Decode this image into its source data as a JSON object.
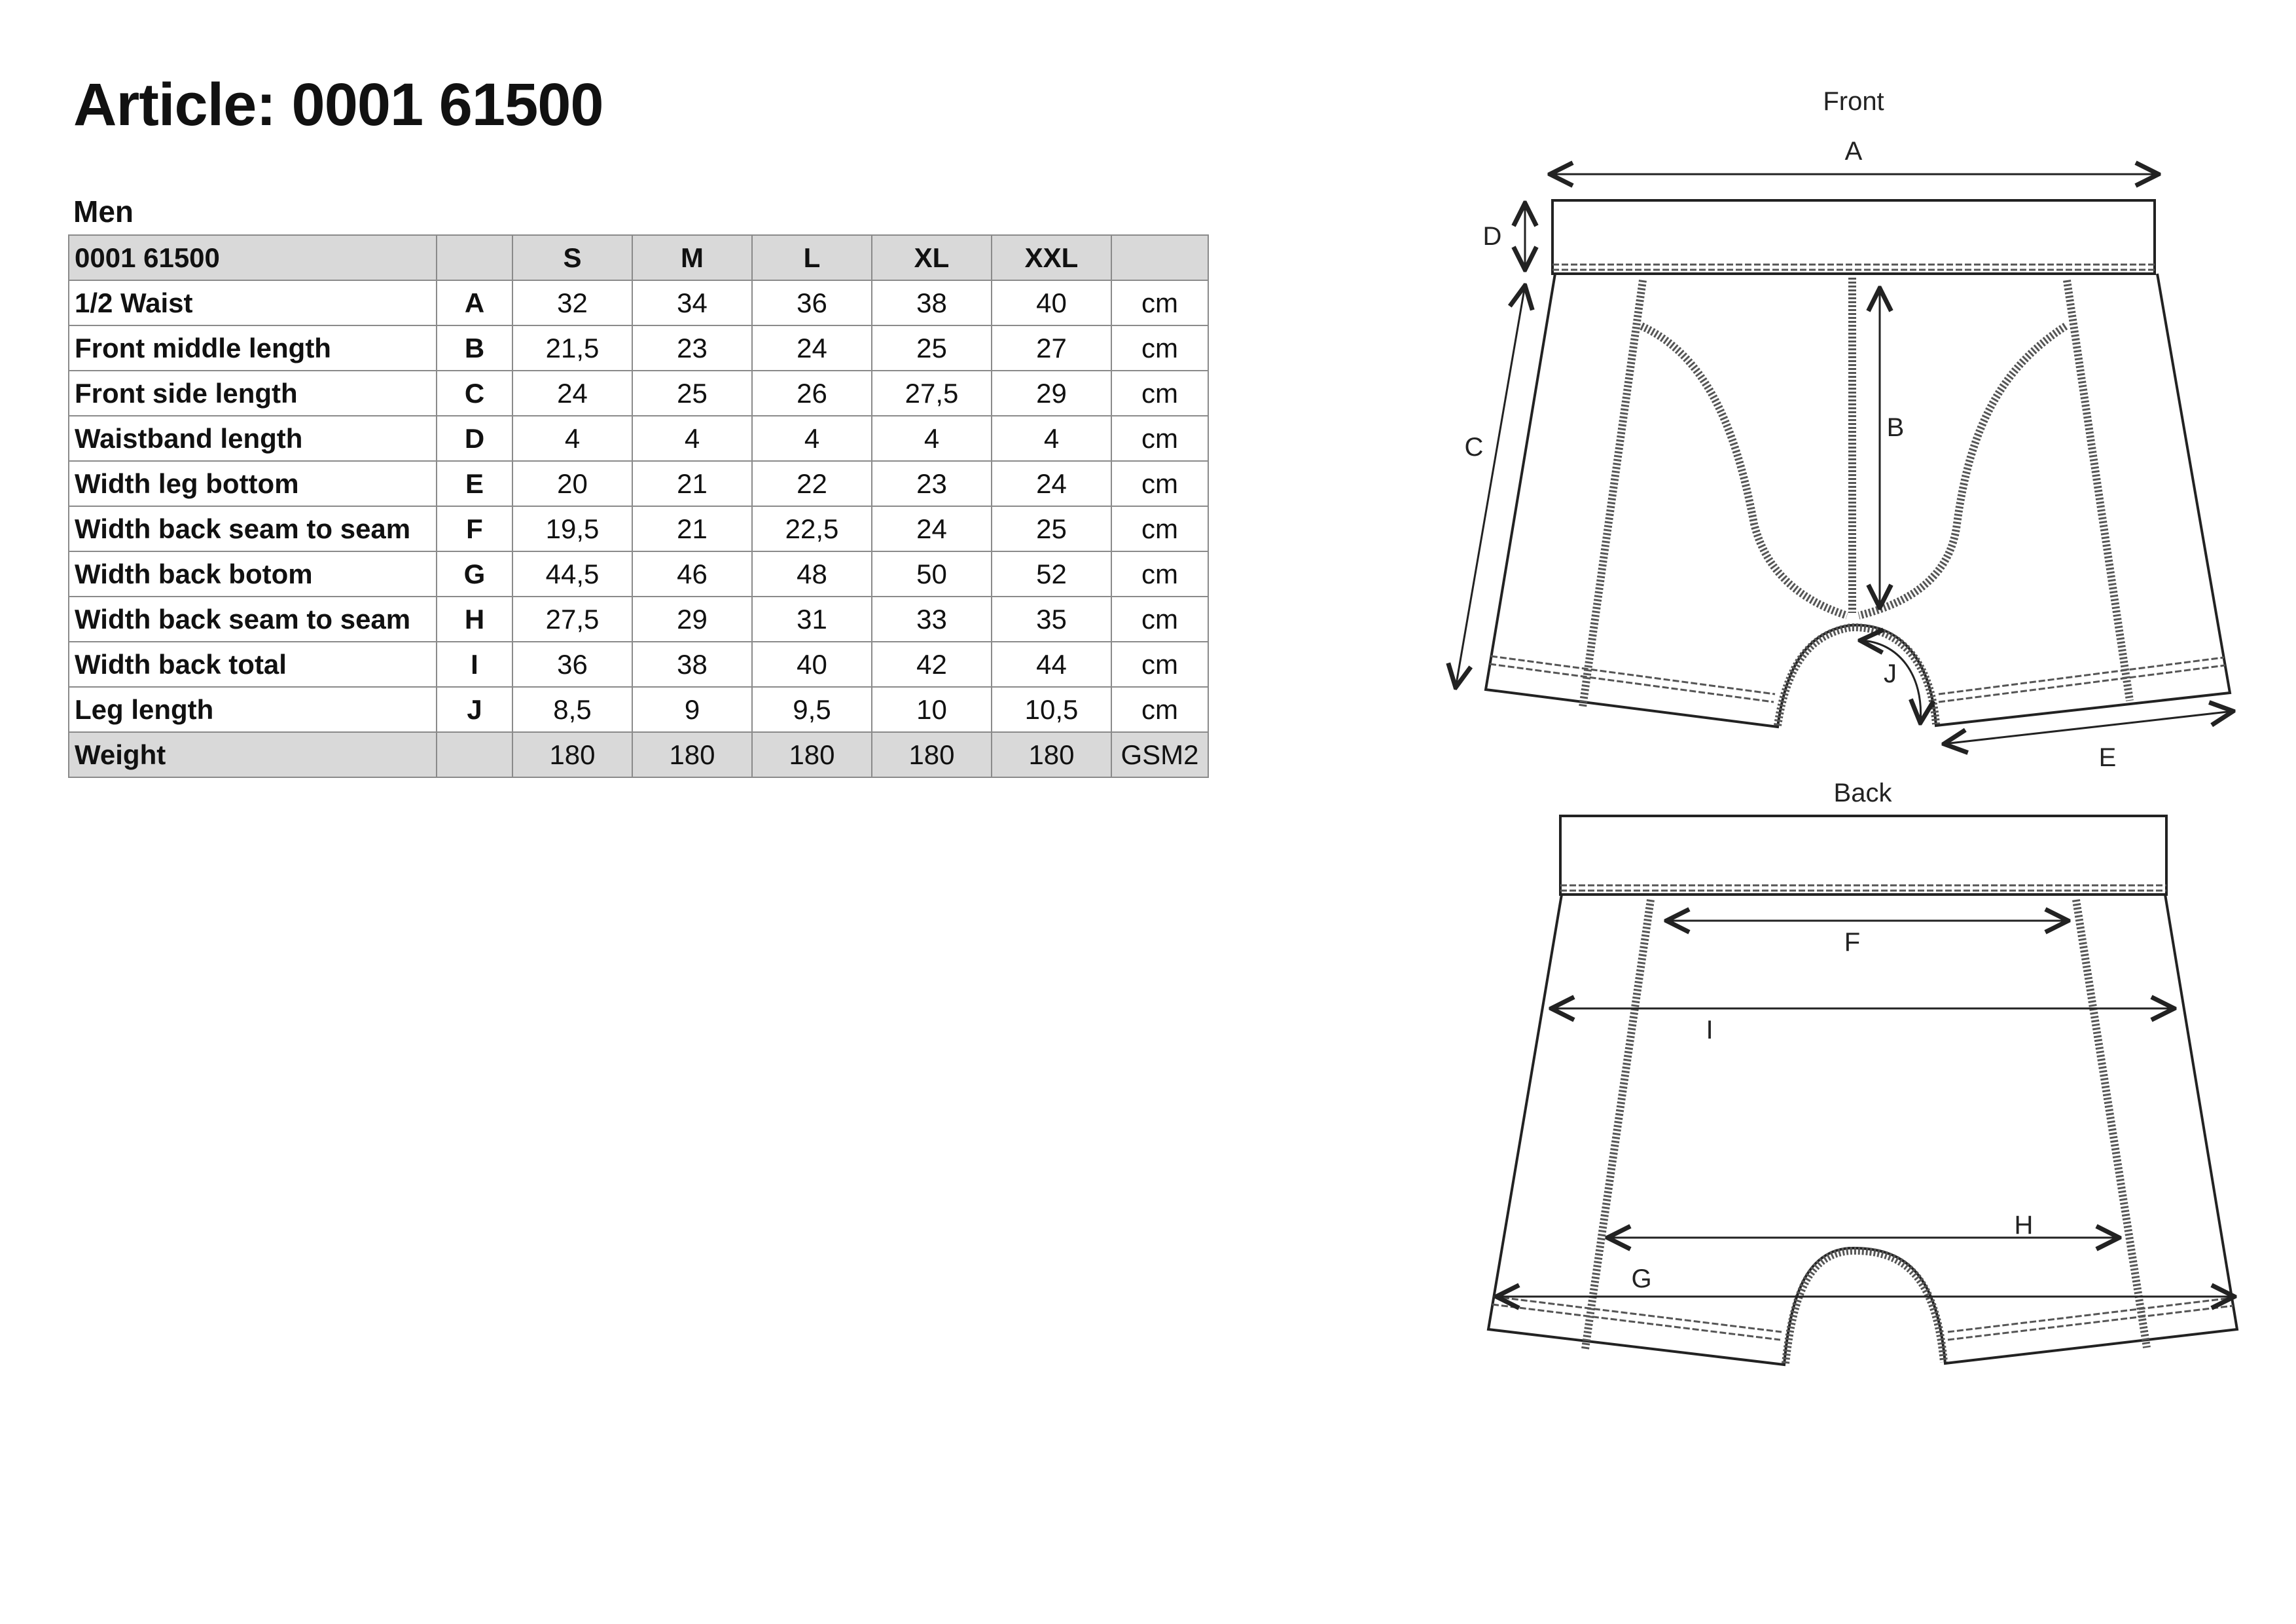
{
  "document": {
    "title": "Article: 0001 61500",
    "subtitle": "Men"
  },
  "table": {
    "header": {
      "name": "0001 61500",
      "letter": "",
      "sizes": [
        "S",
        "M",
        "L",
        "XL",
        "XXL"
      ],
      "unit": ""
    },
    "rows": [
      {
        "name": "1/2 Waist",
        "letter": "A",
        "values": [
          "32",
          "34",
          "36",
          "38",
          "40"
        ],
        "unit": "cm"
      },
      {
        "name": "Front middle length",
        "letter": "B",
        "values": [
          "21,5",
          "23",
          "24",
          "25",
          "27"
        ],
        "unit": "cm"
      },
      {
        "name": "Front side length",
        "letter": "C",
        "values": [
          "24",
          "25",
          "26",
          "27,5",
          "29"
        ],
        "unit": "cm"
      },
      {
        "name": "Waistband length",
        "letter": "D",
        "values": [
          "4",
          "4",
          "4",
          "4",
          "4"
        ],
        "unit": "cm"
      },
      {
        "name": "Width leg bottom",
        "letter": "E",
        "values": [
          "20",
          "21",
          "22",
          "23",
          "24"
        ],
        "unit": "cm"
      },
      {
        "name": "Width back seam to seam",
        "letter": "F",
        "values": [
          "19,5",
          "21",
          "22,5",
          "24",
          "25"
        ],
        "unit": "cm"
      },
      {
        "name": "Width back botom",
        "letter": "G",
        "values": [
          "44,5",
          "46",
          "48",
          "50",
          "52"
        ],
        "unit": "cm"
      },
      {
        "name": "Width back seam to seam",
        "letter": "H",
        "values": [
          "27,5",
          "29",
          "31",
          "33",
          "35"
        ],
        "unit": "cm"
      },
      {
        "name": "Width back total",
        "letter": "I",
        "values": [
          "36",
          "38",
          "40",
          "42",
          "44"
        ],
        "unit": "cm"
      },
      {
        "name": "Leg length",
        "letter": "J",
        "values": [
          "8,5",
          "9",
          "9,5",
          "10",
          "10,5"
        ],
        "unit": "cm"
      }
    ],
    "footer": {
      "name": "Weight",
      "letter": "",
      "values": [
        "180",
        "180",
        "180",
        "180",
        "180"
      ],
      "unit": "GSM2"
    }
  },
  "drawing": {
    "front_label": "Front",
    "back_label": "Back",
    "measure_labels": {
      "A": "A",
      "B": "B",
      "C": "C",
      "D": "D",
      "E": "E",
      "F": "F",
      "G": "G",
      "H": "H",
      "I": "I",
      "J": "J"
    }
  }
}
